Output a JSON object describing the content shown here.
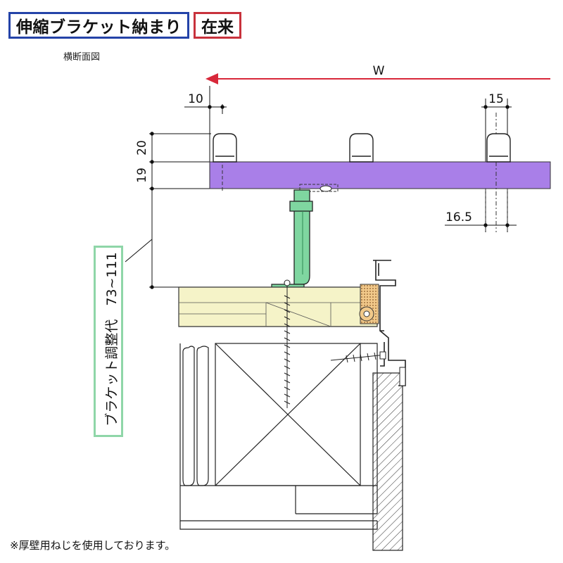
{
  "header": {
    "title": "伸縮ブラケット納まり",
    "tag": "在来",
    "subtitle": "横断面図"
  },
  "dimensions": {
    "width": "W",
    "left_offset": "10",
    "hole_width": "15",
    "top_gap": "20",
    "rail_height": "19",
    "hole_depth": "16.5"
  },
  "adjustment": {
    "label": "ブラケット調整代　73~111"
  },
  "footnote": "※厚壁用ねじを使用しております。",
  "colors": {
    "rail": "#a97fe8",
    "bracket": "#7fd6a0",
    "sill": "#f5f3c8",
    "title_border": "#2443a8",
    "tag_border": "#c8323c",
    "adj_border": "#8fd6a8",
    "arrow": "#d8283a"
  }
}
